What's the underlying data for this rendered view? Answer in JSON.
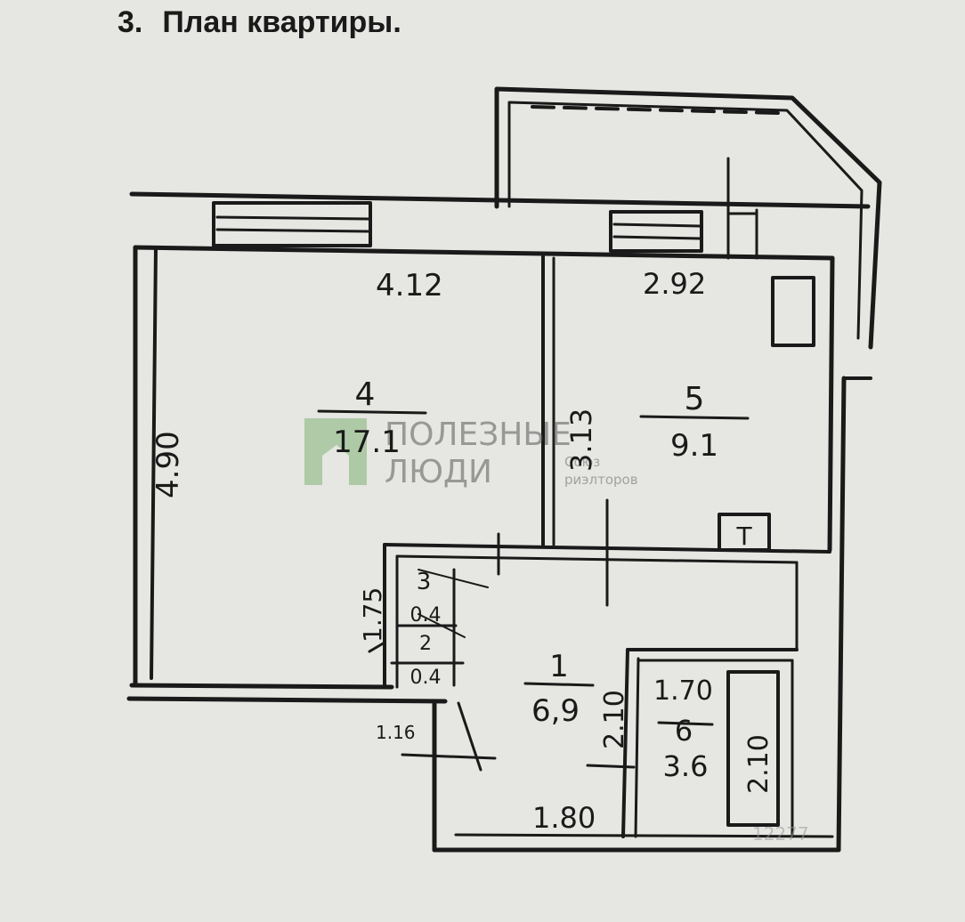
{
  "heading": {
    "number": "3.",
    "title": "План квартиры."
  },
  "rooms": {
    "living": {
      "number": "4",
      "area": "17.1",
      "width": "4.12",
      "depth": "4.90"
    },
    "kitchen": {
      "number": "5",
      "area": "9.1",
      "width": "2.92",
      "depth": "3.13",
      "fixture_label": "Т"
    },
    "hall": {
      "number": "1",
      "area": "6,9",
      "width": "1.80",
      "depth": "2.10"
    },
    "bath": {
      "number": "6",
      "area": "3.6",
      "width": "1.70",
      "depth": "2.10"
    },
    "storage_1": {
      "number": "3",
      "area": "0.4"
    },
    "storage_2": {
      "number": "2",
      "area": "0.4"
    }
  },
  "dimensions": {
    "corridor_depth": "1.75",
    "door_width": "1.16"
  },
  "watermark": {
    "line1": "ПОЛЕЗНЫЕ",
    "line2": "ЛЮДИ",
    "sub1": "Союз",
    "sub2": "риэлторов",
    "corner": "12277"
  },
  "colors": {
    "ink": "#1a1a1a",
    "paper": "#e6e6e2",
    "watermark_green": "#8fbf86"
  }
}
